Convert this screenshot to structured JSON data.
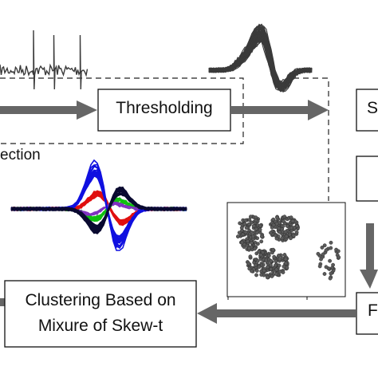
{
  "pipeline": {
    "thresholding_label": "Thresholding",
    "detection_label_fragment": "ection",
    "clustering_label_line1": "Clustering Based on",
    "clustering_label_line2": "Mixure of Skew-t",
    "cut_box_1_fragment": "S",
    "cut_box_3_fragment": "F"
  },
  "colors": {
    "stroke": "#111111",
    "arrow": "#666666",
    "spikes": "#3a3a3a",
    "scatter": "#5a5a5a",
    "cluster_blue": "#1010e0",
    "cluster_red": "#e01010",
    "cluster_green": "#10c010",
    "cluster_dark": "#0a0a30",
    "cluster_purple": "#8030c0"
  },
  "icons": [
    "raw-signal-trace-icon",
    "spike-waveforms-icon",
    "clustered-waveforms-icon",
    "feature-scatter-icon"
  ]
}
